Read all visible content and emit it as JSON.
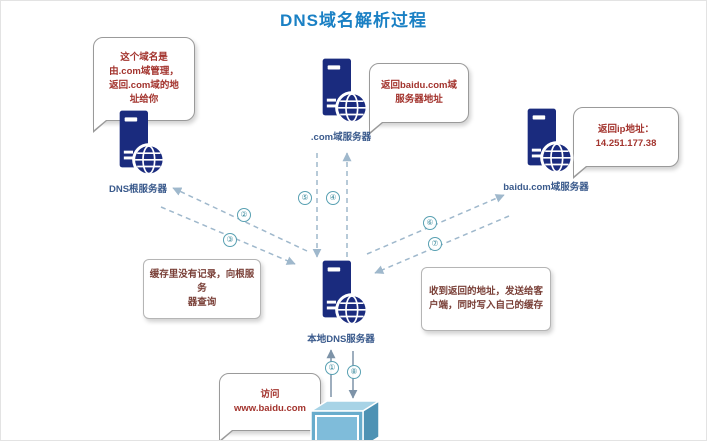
{
  "title": "DNS域名解析过程",
  "colors": {
    "title_blue": "#1a80c4",
    "server_navy": "#1a2b7e",
    "dashed_line": "#9fb8cc",
    "solid_arrow": "#7d93a8",
    "callout_text": "#a3342e",
    "note_text": "#7a4038",
    "server_label": "#3a5a8c",
    "step_circle": "#3a8a9d",
    "client_blue": "#6fb1d2"
  },
  "servers": {
    "root": {
      "label": "DNS根服务器"
    },
    "com": {
      "label": ".com域服务器"
    },
    "baidu": {
      "label": "baidu.com域服务器"
    },
    "local": {
      "label": "本地DNS服务器"
    }
  },
  "callouts": {
    "root_note": "这个域名是\n由.com域管理，\n返回.com域的地\n址给你",
    "com_note": "返回baidu.com域\n服务器地址",
    "ip_note": "返回ip地址：\n14.251.177.38",
    "visit_note": "访问\nwww.baidu.com"
  },
  "notes": {
    "cache": "缓存里没有记录，向根服务\n器查询",
    "result": "收到返回的地址，发送给客\n户端，同时写入自己的缓存"
  },
  "steps": {
    "s1": "①",
    "s2": "②",
    "s3": "③",
    "s4": "④",
    "s5": "⑤",
    "s6": "⑥",
    "s7": "⑦",
    "s8": "⑧"
  }
}
